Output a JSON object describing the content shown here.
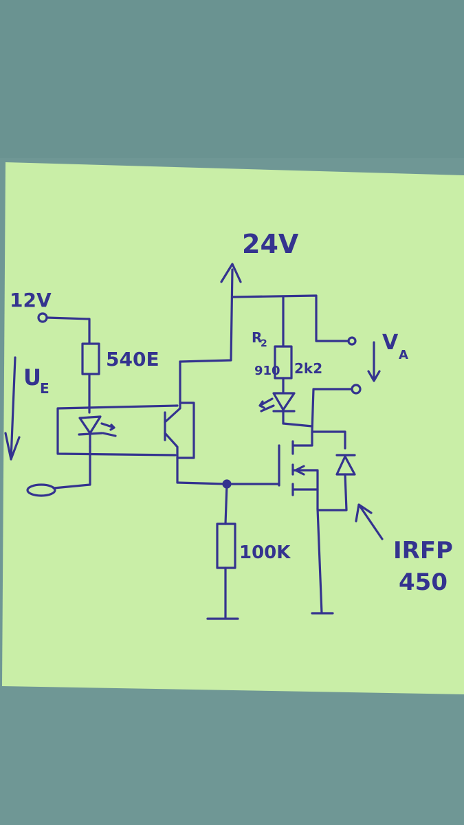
{
  "colors": {
    "desk": "#6f9795",
    "note": "#c9eea7",
    "ink": "#34338f"
  },
  "labels": {
    "supply_12v": "12V",
    "supply_24v": "24V",
    "ue": "UE",
    "ue_sub": "E",
    "ue_main": "U",
    "resistor_540": "540E",
    "r2_name": "R2",
    "r2_main": "R",
    "r2_sub": "2",
    "r2_struck": "910",
    "r2_value": "2k2",
    "va_main": "V",
    "va_sub": "A",
    "resistor_100k": "100K",
    "mosfet_part": "IRFP",
    "mosfet_number": "450"
  }
}
